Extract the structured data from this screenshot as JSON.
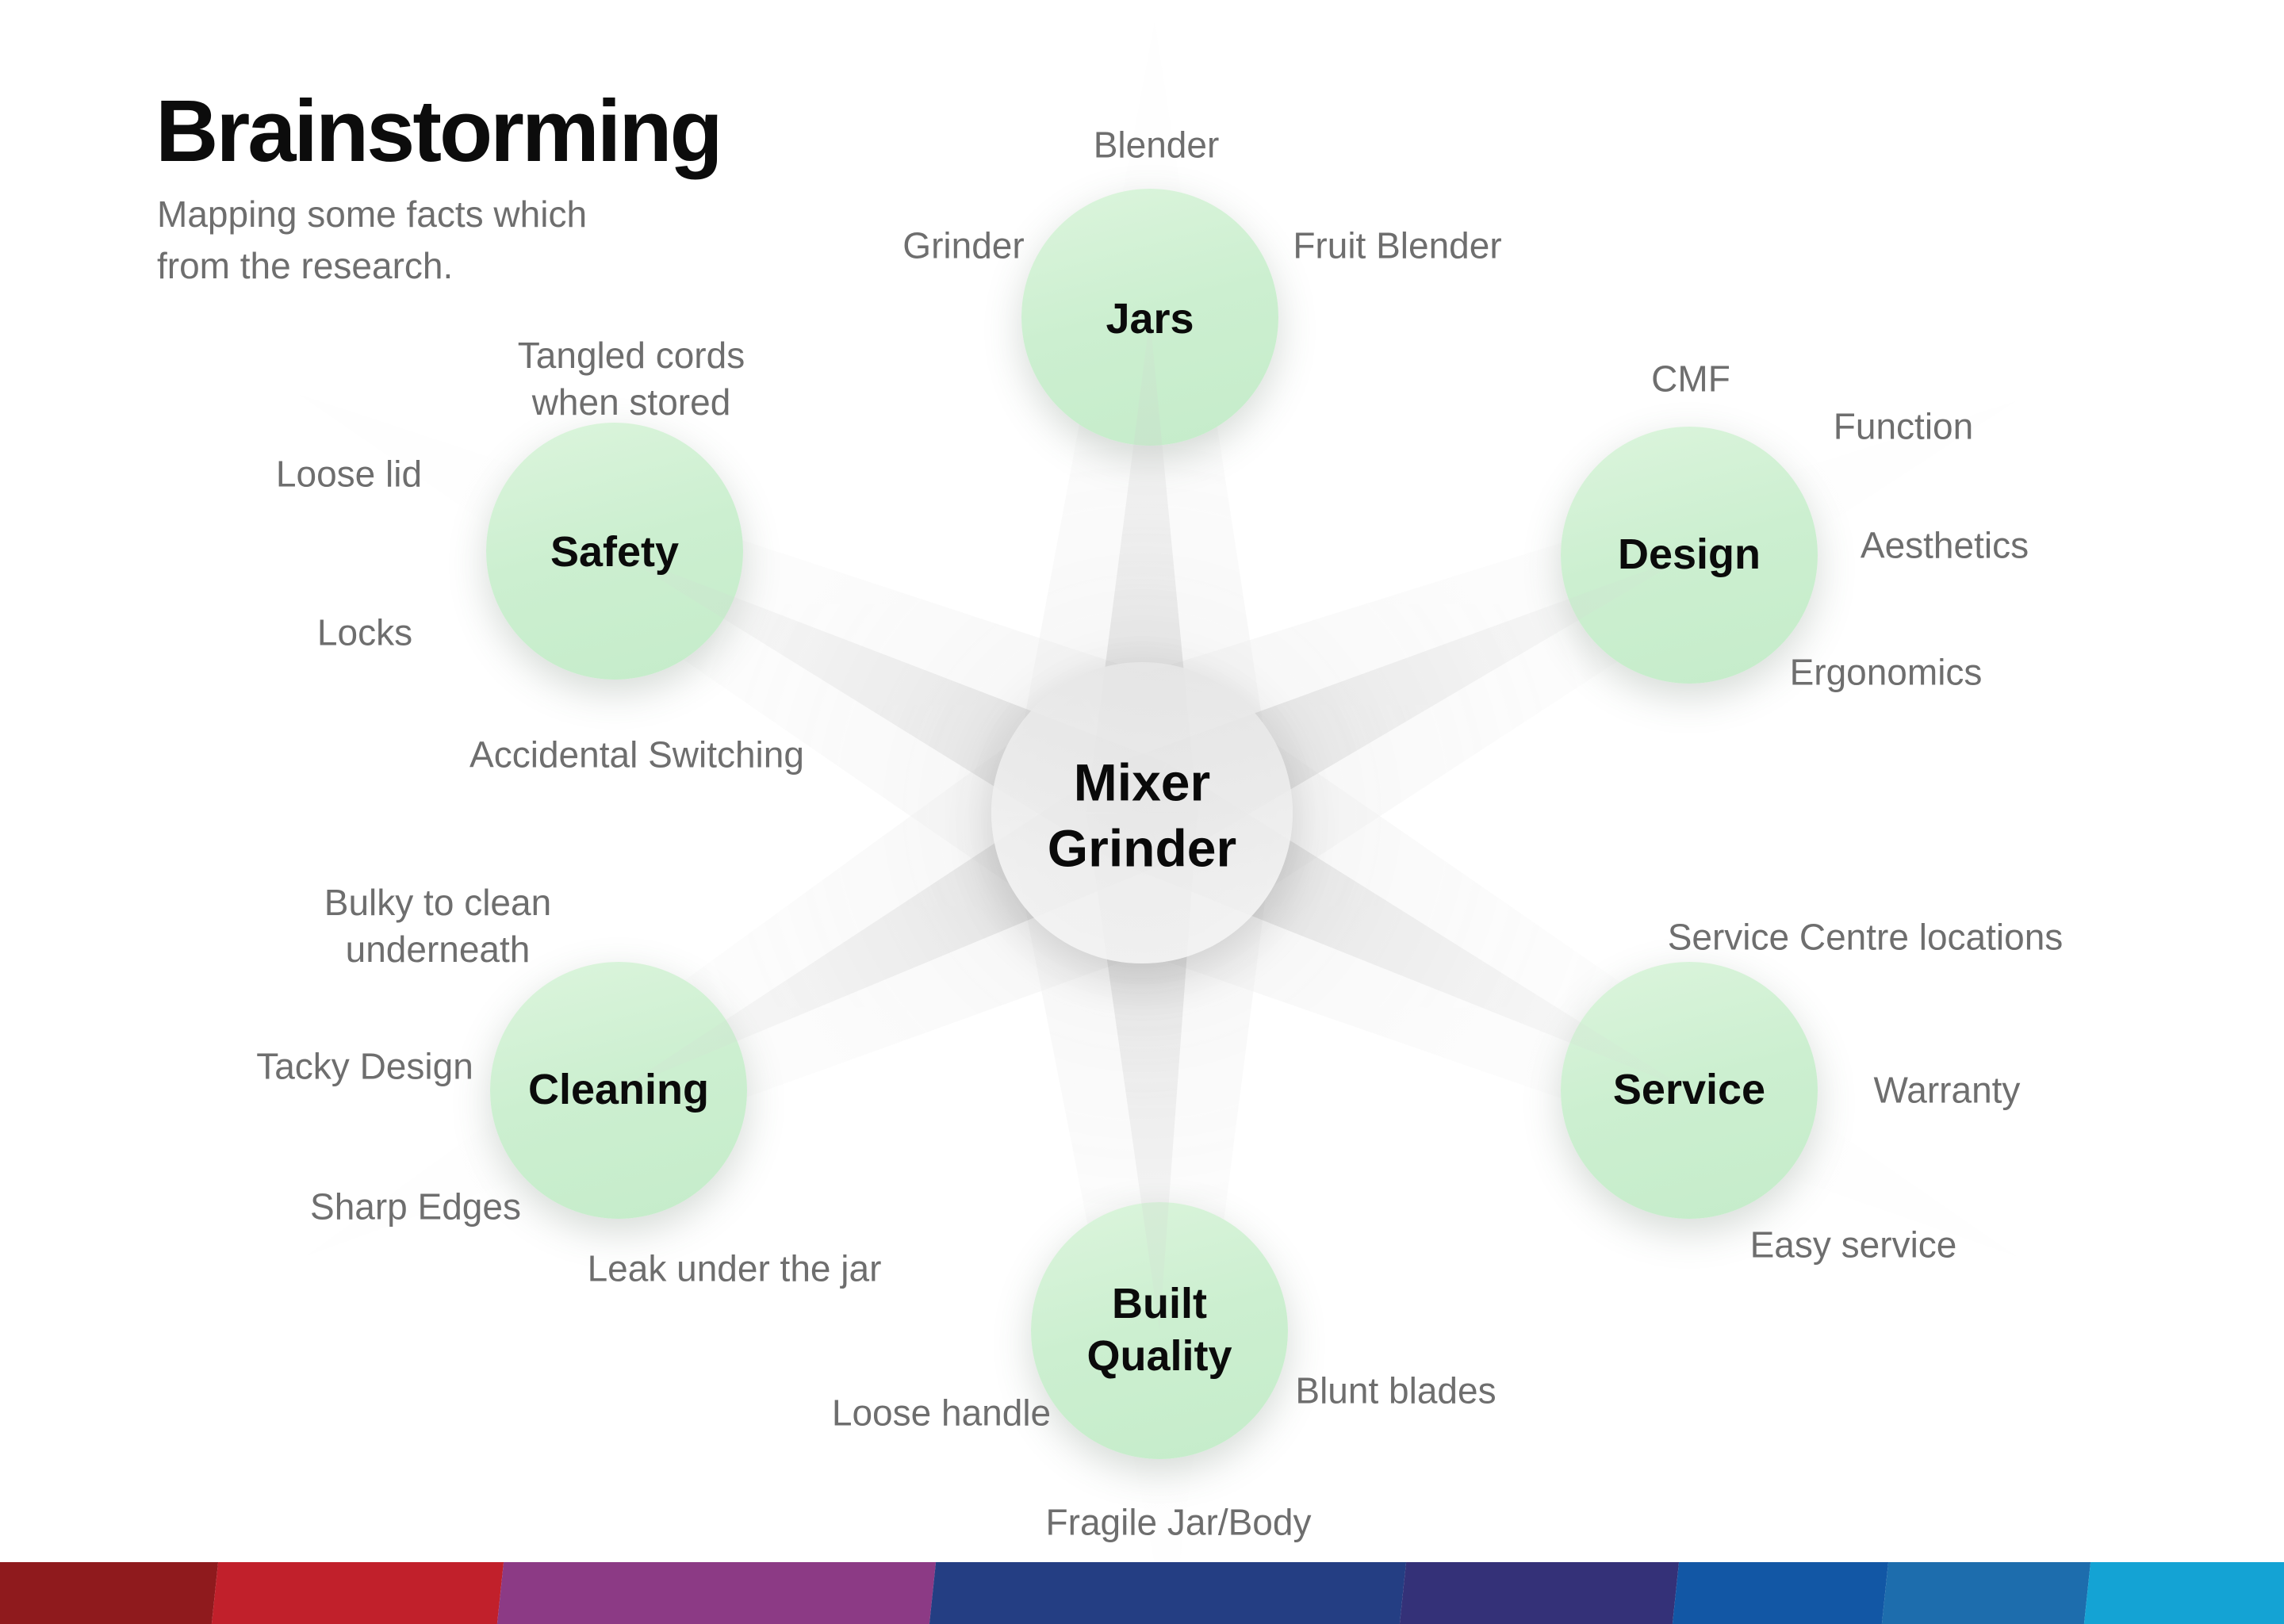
{
  "page": {
    "title": "Brainstorming",
    "subtitle_lines": [
      "Mapping some facts which",
      "from the research."
    ]
  },
  "diagram": {
    "center": {
      "label": "Mixer Grinder"
    },
    "branches": [
      {
        "label": "Jars",
        "items": [
          "Blender",
          "Grinder",
          "Fruit Blender"
        ]
      },
      {
        "label": "Design",
        "items": [
          "CMF",
          "Function",
          "Aesthetics",
          "Ergonomics"
        ]
      },
      {
        "label": "Safety",
        "items": [
          "Tangled cords when stored",
          "Loose lid",
          "Locks",
          "Accidental Switching"
        ]
      },
      {
        "label": "Service",
        "items": [
          "Service Centre locations",
          "Warranty",
          "Easy service"
        ]
      },
      {
        "label": "Cleaning",
        "items": [
          "Bulky to clean underneath",
          "Tacky Design",
          "Sharp Edges",
          "Leak under the jar"
        ]
      },
      {
        "label": "Built Quality",
        "items": [
          "Loose handle",
          "Blunt blades",
          "Fragile Jar/Body"
        ]
      }
    ],
    "node_fill": "#cdefd2",
    "center_fill": "#ececec",
    "label_gray": "#6e6e6e"
  },
  "footer": {
    "segments": [
      {
        "color": "#8F1A1D",
        "width_pct": 11.0
      },
      {
        "color": "#C1202B",
        "width_pct": 12.0
      },
      {
        "color": "#8C3A85",
        "width_pct": 18.2
      },
      {
        "color": "#243E83",
        "width_pct": 19.8
      },
      {
        "color": "#343178",
        "width_pct": 11.5
      },
      {
        "color": "#1257A5",
        "width_pct": 8.8
      },
      {
        "color": "#1D6DAD",
        "width_pct": 8.5
      },
      {
        "color": "#14A3D4",
        "width_pct": 10.2
      }
    ]
  }
}
